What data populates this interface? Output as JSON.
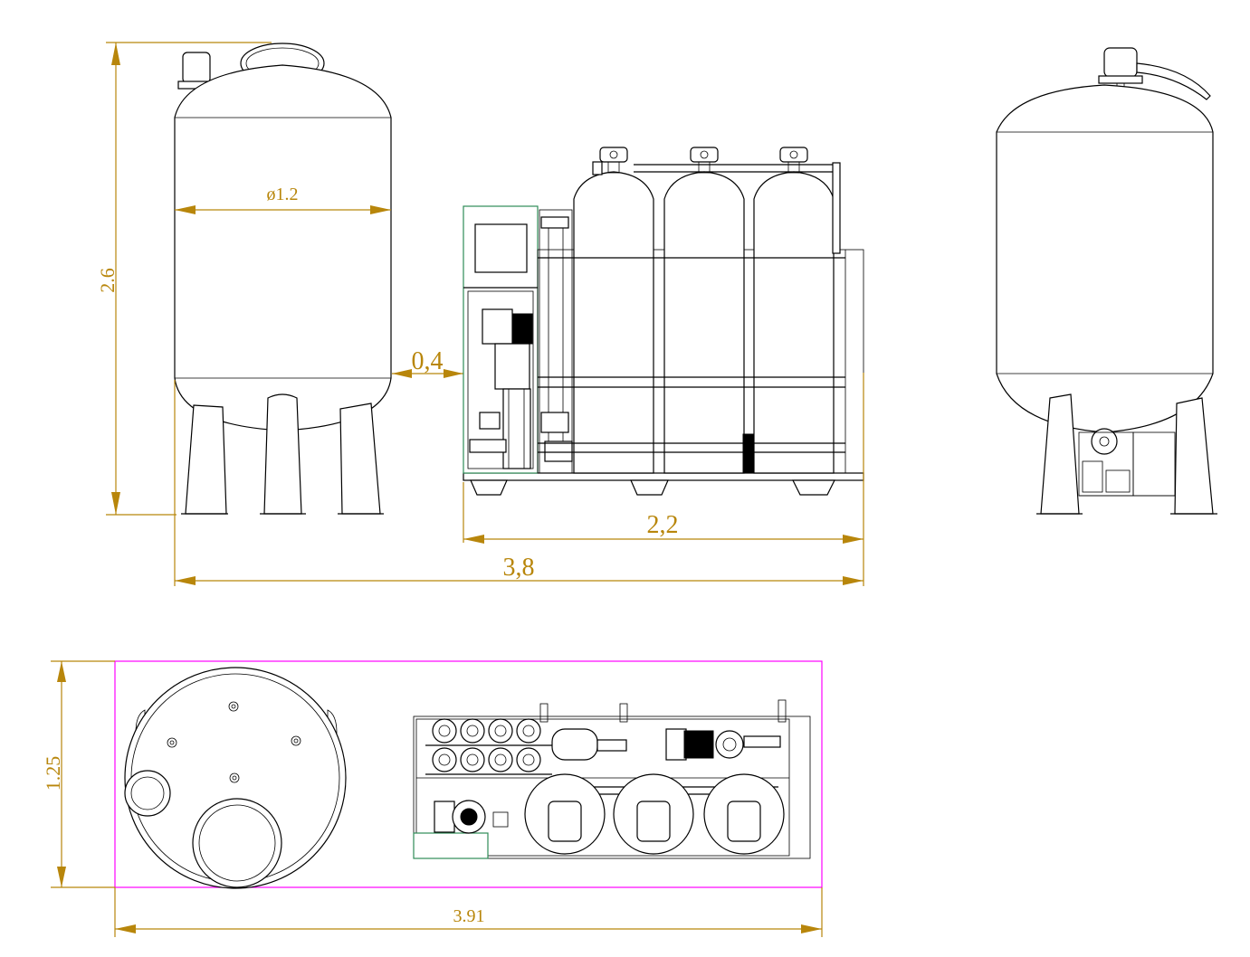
{
  "dimensions": {
    "tank_diameter": "ø1.2",
    "total_height": "2.6",
    "gap": "0,4",
    "unit_length": "2,2",
    "overall_length": "3,8",
    "plan_width": "1.25",
    "plan_length": "3.91"
  },
  "colors": {
    "dimension": "#b8860b",
    "outline": "#000000",
    "plan_frame": "#ff00ff",
    "panel_edge": "#2e8b57"
  }
}
